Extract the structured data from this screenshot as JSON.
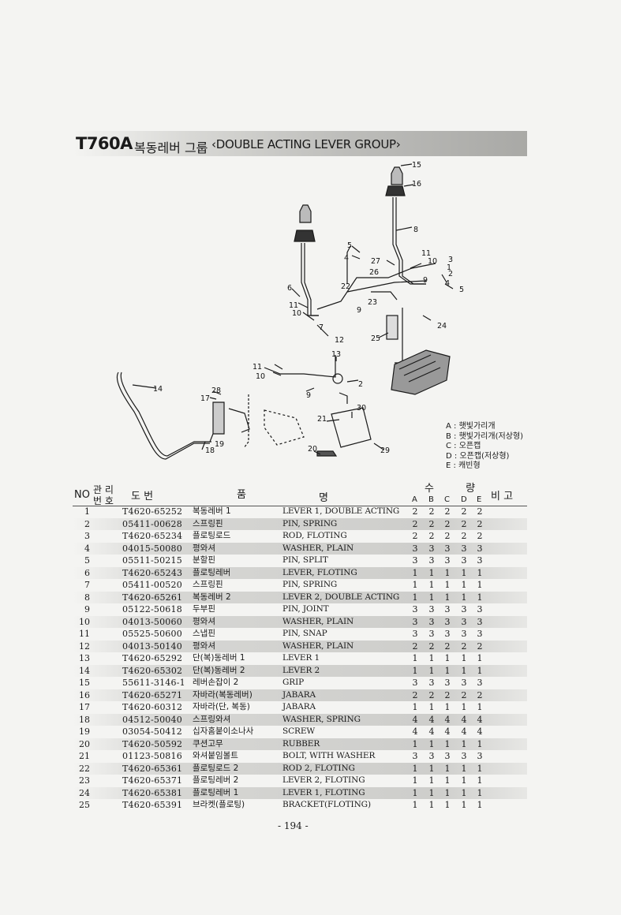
{
  "header": {
    "model": "T760A",
    "title_ko": "복동레버 그룹",
    "title_en": "‹DOUBLE ACTING LEVER GROUP›"
  },
  "legend": [
    "A : 햇빛가리개",
    "B : 햇빛가리개(저상형)",
    "C : 오픈캡",
    "D : 오픈캡(저상형)",
    "E : 캐빈형"
  ],
  "diagram_labels": [
    "15",
    "16",
    "8",
    "5",
    "4",
    "27",
    "26",
    "11",
    "10",
    "3",
    "1",
    "2",
    "4",
    "5",
    "9",
    "6",
    "22",
    "23",
    "11",
    "10",
    "9",
    "7",
    "12",
    "25",
    "24",
    "13",
    "11",
    "10",
    "9",
    "2",
    "14",
    "28",
    "17",
    "19",
    "18",
    "30",
    "21",
    "20",
    "29"
  ],
  "table": {
    "headers": {
      "no": "NO",
      "mgmt_top": "관 리",
      "mgmt_bottom": "번 호",
      "drawing": "도 번",
      "part": "품",
      "name": "명",
      "qty": "수 량",
      "qty_cols": [
        "A",
        "B",
        "C",
        "D",
        "E"
      ],
      "remarks": "비 고"
    },
    "rows": [
      {
        "no": "1",
        "part": "T4620-65252",
        "ko": "복동레버 1",
        "en": "LEVER 1, DOUBLE ACTING",
        "q": [
          "2",
          "2",
          "2",
          "2",
          "2"
        ]
      },
      {
        "no": "2",
        "part": "05411-00628",
        "ko": "스프링핀",
        "en": "PIN, SPRING",
        "q": [
          "2",
          "2",
          "2",
          "2",
          "2"
        ]
      },
      {
        "no": "3",
        "part": "T4620-65234",
        "ko": "플로팅로드",
        "en": "ROD, FLOTING",
        "q": [
          "2",
          "2",
          "2",
          "2",
          "2"
        ]
      },
      {
        "no": "4",
        "part": "04015-50080",
        "ko": "평와셔",
        "en": "WASHER, PLAIN",
        "q": [
          "3",
          "3",
          "3",
          "3",
          "3"
        ]
      },
      {
        "no": "5",
        "part": "05511-50215",
        "ko": "분할핀",
        "en": "PIN, SPLIT",
        "q": [
          "3",
          "3",
          "3",
          "3",
          "3"
        ]
      },
      {
        "no": "6",
        "part": "T4620-65243",
        "ko": "플로팅레버",
        "en": "LEVER, FLOTING",
        "q": [
          "1",
          "1",
          "1",
          "1",
          "1"
        ]
      },
      {
        "no": "7",
        "part": "05411-00520",
        "ko": "스프링핀",
        "en": "PIN, SPRING",
        "q": [
          "1",
          "1",
          "1",
          "1",
          "1"
        ]
      },
      {
        "no": "8",
        "part": "T4620-65261",
        "ko": "복동레버 2",
        "en": "LEVER 2, DOUBLE ACTING",
        "q": [
          "1",
          "1",
          "1",
          "1",
          "1"
        ]
      },
      {
        "no": "9",
        "part": "05122-50618",
        "ko": "두부핀",
        "en": "PIN, JOINT",
        "q": [
          "3",
          "3",
          "3",
          "3",
          "3"
        ]
      },
      {
        "no": "10",
        "part": "04013-50060",
        "ko": "평와셔",
        "en": "WASHER, PLAIN",
        "q": [
          "3",
          "3",
          "3",
          "3",
          "3"
        ]
      },
      {
        "no": "11",
        "part": "05525-50600",
        "ko": "스냅핀",
        "en": "PIN, SNAP",
        "q": [
          "3",
          "3",
          "3",
          "3",
          "3"
        ]
      },
      {
        "no": "12",
        "part": "04013-50140",
        "ko": "평와셔",
        "en": "WASHER, PLAIN",
        "q": [
          "2",
          "2",
          "2",
          "2",
          "2"
        ]
      },
      {
        "no": "13",
        "part": "T4620-65292",
        "ko": "단(복)동레버 1",
        "en": "LEVER 1",
        "q": [
          "1",
          "1",
          "1",
          "1",
          "1"
        ]
      },
      {
        "no": "14",
        "part": "T4620-65302",
        "ko": "단(복)동레버 2",
        "en": "LEVER 2",
        "q": [
          "1",
          "1",
          "1",
          "1",
          "1"
        ]
      },
      {
        "no": "15",
        "part": "55611-3146-1",
        "ko": "레버손잡이 2",
        "en": "GRIP",
        "q": [
          "3",
          "3",
          "3",
          "3",
          "3"
        ]
      },
      {
        "no": "16",
        "part": "T4620-65271",
        "ko": "자바라(복동레버)",
        "en": "JABARA",
        "q": [
          "2",
          "2",
          "2",
          "2",
          "2"
        ]
      },
      {
        "no": "17",
        "part": "T4620-60312",
        "ko": "자바라(단, 복동)",
        "en": "JABARA",
        "q": [
          "1",
          "1",
          "1",
          "1",
          "1"
        ]
      },
      {
        "no": "18",
        "part": "04512-50040",
        "ko": "스프링와셔",
        "en": "WASHER, SPRING",
        "q": [
          "4",
          "4",
          "4",
          "4",
          "4"
        ]
      },
      {
        "no": "19",
        "part": "03054-50412",
        "ko": "십자홈붙이소나사",
        "en": "SCREW",
        "q": [
          "4",
          "4",
          "4",
          "4",
          "4"
        ]
      },
      {
        "no": "20",
        "part": "T4620-50592",
        "ko": "쿠션고무",
        "en": "RUBBER",
        "q": [
          "1",
          "1",
          "1",
          "1",
          "1"
        ]
      },
      {
        "no": "21",
        "part": "01123-50816",
        "ko": "와셔붙임볼트",
        "en": "BOLT, WITH WASHER",
        "q": [
          "3",
          "3",
          "3",
          "3",
          "3"
        ]
      },
      {
        "no": "22",
        "part": "T4620-65361",
        "ko": "플로팅로드 2",
        "en": "ROD 2, FLOTING",
        "q": [
          "1",
          "1",
          "1",
          "1",
          "1"
        ]
      },
      {
        "no": "23",
        "part": "T4620-65371",
        "ko": "플로팅레버 2",
        "en": "LEVER 2, FLOTING",
        "q": [
          "1",
          "1",
          "1",
          "1",
          "1"
        ]
      },
      {
        "no": "24",
        "part": "T4620-65381",
        "ko": "플로팅레버 1",
        "en": "LEVER 1, FLOTING",
        "q": [
          "1",
          "1",
          "1",
          "1",
          "1"
        ]
      },
      {
        "no": "25",
        "part": "T4620-65391",
        "ko": "브라켓(플로팅)",
        "en": "BRACKET(FLOTING)",
        "q": [
          "1",
          "1",
          "1",
          "1",
          "1"
        ]
      }
    ]
  },
  "footer": {
    "page": "- 194 -"
  }
}
